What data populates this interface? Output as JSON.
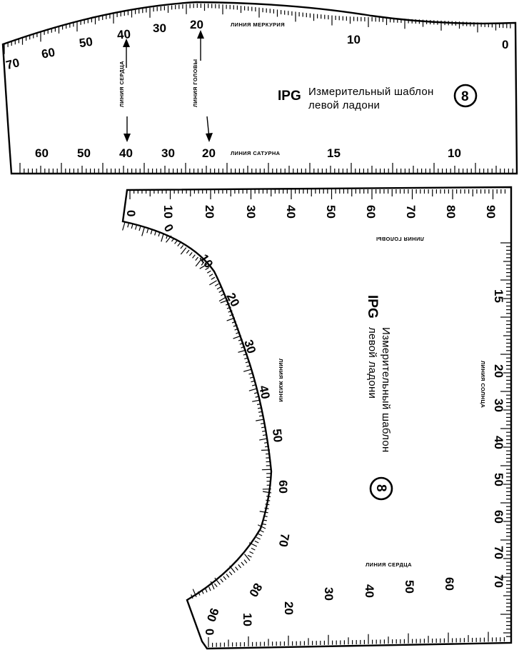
{
  "top_template": {
    "mercury_label": "ЛИНИЯ МЕРКУРИЯ",
    "saturn_label": "ЛИНИЯ САТУРНА",
    "heart_line_label": "ЛИНИЯ СЕРДЦА",
    "head_line_label": "ЛИНИЯ ГОЛОВЫ",
    "brand": "IPG",
    "title_line1": "Измерительный шаблон",
    "title_line2": "левой ладони",
    "badge": "8",
    "upper_scale_numbers": [
      "70",
      "60",
      "50",
      "40",
      "30",
      "20",
      "10",
      "0"
    ],
    "lower_scale_numbers": [
      "60",
      "50",
      "40",
      "30",
      "20",
      "15",
      "10"
    ]
  },
  "bottom_template": {
    "head_line_label": "ЛИНИЯ ГОЛОВЫ",
    "life_line_label": "ЛИНИЯ ЖИЗНИ",
    "sun_line_label": "ЛИНИЯ СОЛНЦА",
    "heart_line_label": "ЛИНИЯ СЕРДЦА",
    "brand": "IPG",
    "title_line1": "Измерительный шаблон",
    "title_line2": "левой ладони",
    "badge": "8",
    "top_scale_numbers": [
      "0",
      "10",
      "20",
      "30",
      "40",
      "50",
      "60",
      "70",
      "80",
      "90"
    ],
    "right_scale_numbers": [
      "15",
      "20",
      "30",
      "40",
      "50",
      "60",
      "70",
      "70"
    ],
    "curve_scale_numbers": [
      "0",
      "10",
      "20",
      "30",
      "40",
      "50",
      "60",
      "70",
      "80",
      "90"
    ],
    "bottom_scale_numbers": [
      "0",
      "10",
      "20",
      "30",
      "40",
      "50",
      "60"
    ]
  }
}
